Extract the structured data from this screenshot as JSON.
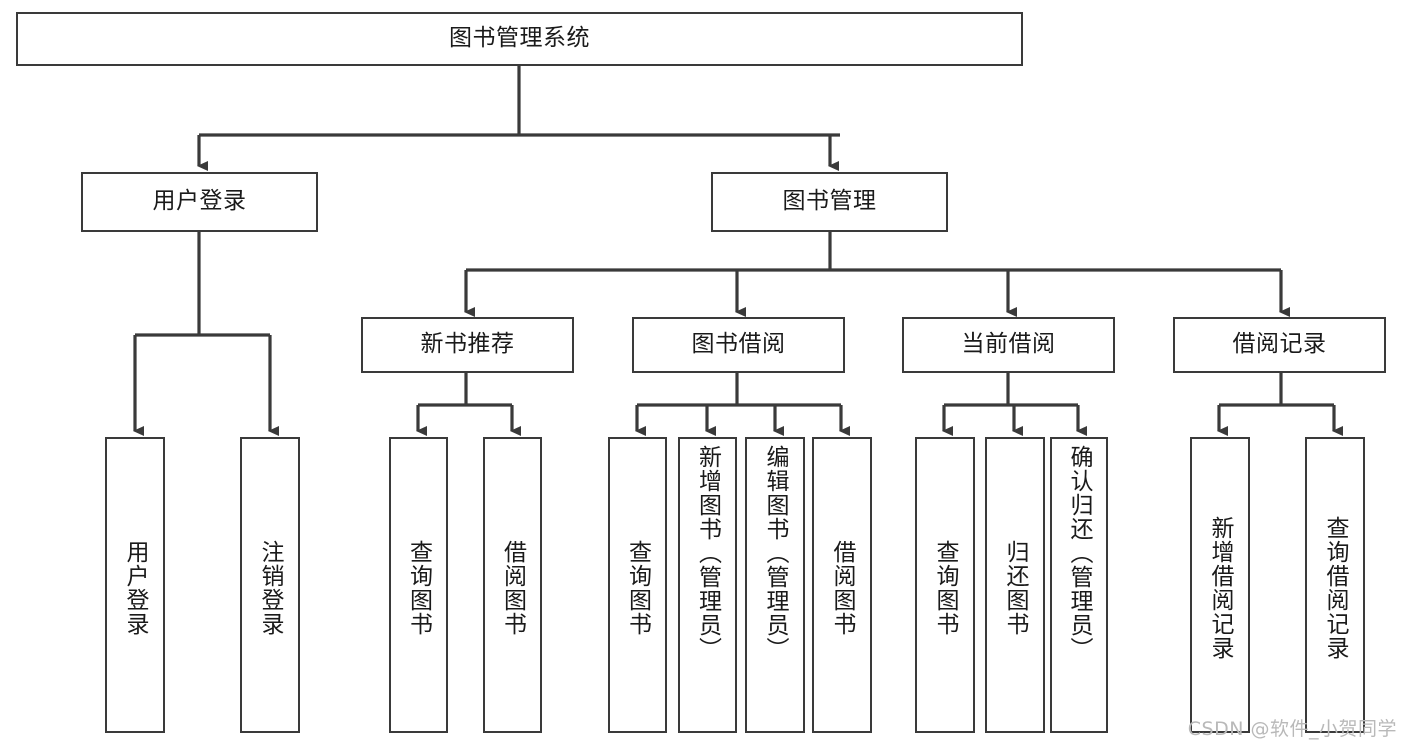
{
  "diagram": {
    "type": "tree-hierarchy",
    "title": "图书管理系统",
    "root": {
      "id": "root",
      "label": "图书管理系统"
    },
    "level2": [
      {
        "id": "user-login",
        "label": "用户登录"
      },
      {
        "id": "book-manage",
        "label": "图书管理"
      }
    ],
    "level3": [
      {
        "id": "new-book-recommend",
        "label": "新书推荐",
        "parent": "book-manage"
      },
      {
        "id": "book-borrow",
        "label": "图书借阅",
        "parent": "book-manage"
      },
      {
        "id": "current-borrow",
        "label": "当前借阅",
        "parent": "book-manage"
      },
      {
        "id": "borrow-record",
        "label": "借阅记录",
        "parent": "book-manage"
      }
    ],
    "leaves": [
      {
        "id": "leaf-user-login",
        "label": "用户登录",
        "parent": "user-login"
      },
      {
        "id": "leaf-logout-login",
        "label": "注销登录",
        "parent": "user-login"
      },
      {
        "id": "leaf-query-book-1",
        "label": "查询图书",
        "parent": "new-book-recommend"
      },
      {
        "id": "leaf-borrow-book-1",
        "label": "借阅图书",
        "parent": "new-book-recommend"
      },
      {
        "id": "leaf-query-book-2",
        "label": "查询图书",
        "parent": "book-borrow"
      },
      {
        "id": "leaf-add-book",
        "label": "新增图书（管理员）",
        "parent": "book-borrow"
      },
      {
        "id": "leaf-edit-book",
        "label": "编辑图书（管理员）",
        "parent": "book-borrow"
      },
      {
        "id": "leaf-borrow-book-2",
        "label": "借阅图书",
        "parent": "book-borrow"
      },
      {
        "id": "leaf-query-book-3",
        "label": "查询图书",
        "parent": "current-borrow"
      },
      {
        "id": "leaf-return-book",
        "label": "归还图书",
        "parent": "current-borrow"
      },
      {
        "id": "leaf-confirm-return",
        "label": "确认归还（管理员）",
        "parent": "current-borrow"
      },
      {
        "id": "leaf-add-record",
        "label": "新增借阅记录",
        "parent": "borrow-record"
      },
      {
        "id": "leaf-query-record",
        "label": "查询借阅记录",
        "parent": "borrow-record"
      }
    ],
    "colors": {
      "box_border": "#3a3a3a",
      "box_fill": "#ffffff",
      "text": "#1a1a1a",
      "connector": "#3a3a3a",
      "watermark": "#b9b9b9",
      "background": "#ffffff"
    }
  },
  "watermark": {
    "text": "CSDN @软件_小贺同学"
  }
}
